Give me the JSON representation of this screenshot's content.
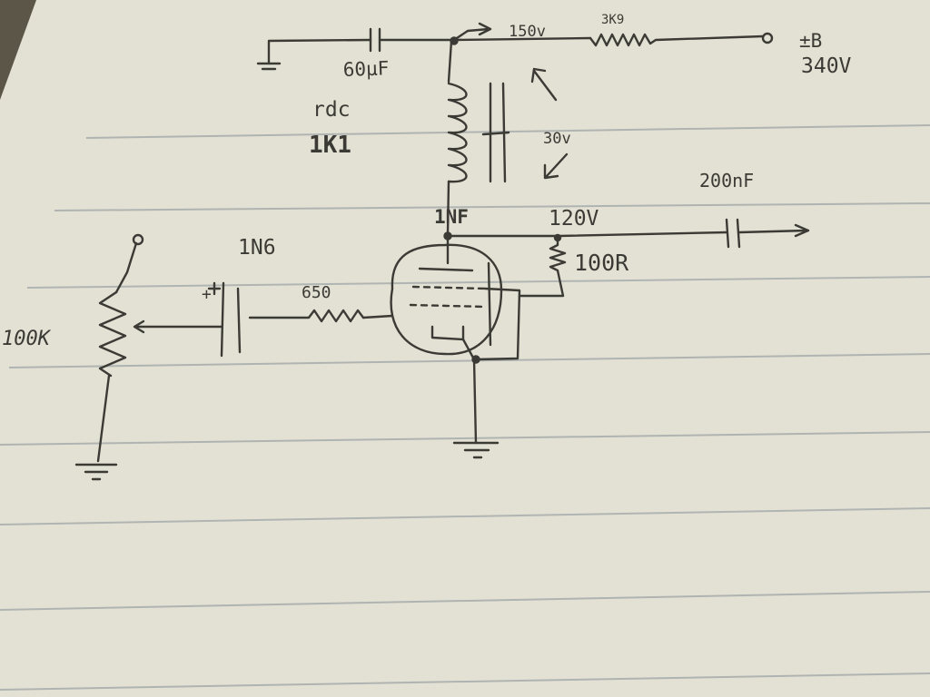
{
  "schematic": {
    "labels": {
      "coupling_cap": "60μF",
      "rdc_label": "rdc",
      "rdc_value": "1K1",
      "node_voltage": "150v",
      "dropping_resistor": "3K9",
      "supply_label": "±B",
      "supply_voltage": "340V",
      "choke_drop": "30v",
      "bypass_cap": "1NF",
      "plate_voltage": "120V",
      "plate_resistor": "100R",
      "output_cap": "200nF",
      "tube_type": "1N6",
      "input_cap_polarity": "+",
      "grid_resistor": "650",
      "input_pot": "100K"
    }
  },
  "colors": {
    "paper": "#e6e4d6",
    "ink": "#3b3a35",
    "rule_line": "#9fa6a8",
    "margin_line": "#b6a9a0"
  }
}
